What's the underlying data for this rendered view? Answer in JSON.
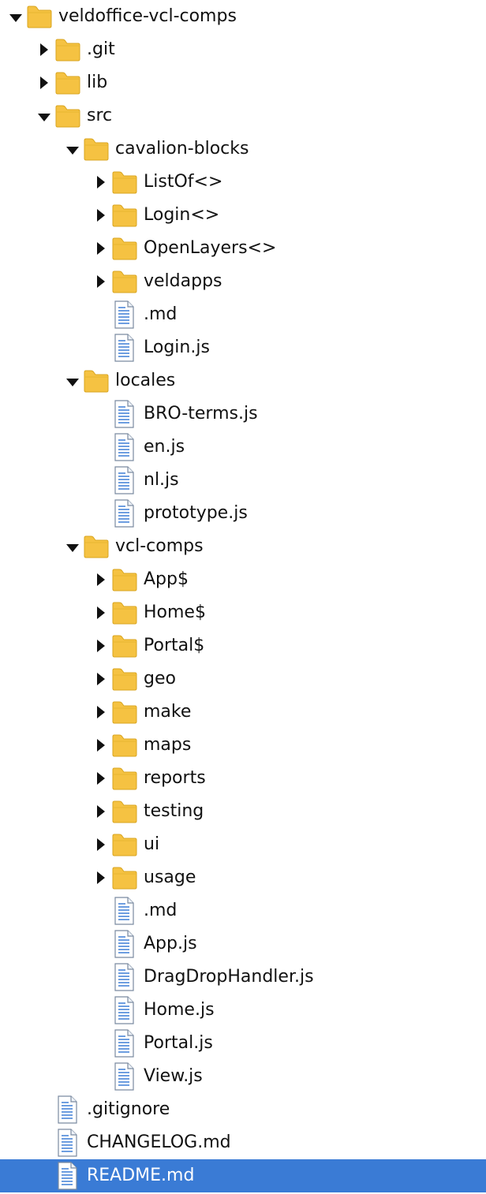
{
  "tree": {
    "colors": {
      "selection": "#3a7bd5",
      "folder": "#f5c242",
      "file_lines": "#4a86d8"
    },
    "items": [
      {
        "label": "veldoffice-vcl-comps",
        "type": "folder",
        "depth": 0,
        "expanded": true
      },
      {
        "label": ".git",
        "type": "folder",
        "depth": 1,
        "expanded": false
      },
      {
        "label": "lib",
        "type": "folder",
        "depth": 1,
        "expanded": false
      },
      {
        "label": "src",
        "type": "folder",
        "depth": 1,
        "expanded": true
      },
      {
        "label": "cavalion-blocks",
        "type": "folder",
        "depth": 2,
        "expanded": true
      },
      {
        "label": "ListOf<>",
        "type": "folder",
        "depth": 3,
        "expanded": false
      },
      {
        "label": "Login<>",
        "type": "folder",
        "depth": 3,
        "expanded": false
      },
      {
        "label": "OpenLayers<>",
        "type": "folder",
        "depth": 3,
        "expanded": false
      },
      {
        "label": "veldapps",
        "type": "folder",
        "depth": 3,
        "expanded": false
      },
      {
        "label": ".md",
        "type": "file",
        "depth": 3
      },
      {
        "label": "Login.js",
        "type": "file",
        "depth": 3
      },
      {
        "label": "locales",
        "type": "folder",
        "depth": 2,
        "expanded": true
      },
      {
        "label": "BRO-terms.js",
        "type": "file",
        "depth": 3
      },
      {
        "label": "en.js",
        "type": "file",
        "depth": 3
      },
      {
        "label": "nl.js",
        "type": "file",
        "depth": 3
      },
      {
        "label": "prototype.js",
        "type": "file",
        "depth": 3
      },
      {
        "label": "vcl-comps",
        "type": "folder",
        "depth": 2,
        "expanded": true
      },
      {
        "label": "App$",
        "type": "folder",
        "depth": 3,
        "expanded": false
      },
      {
        "label": "Home$",
        "type": "folder",
        "depth": 3,
        "expanded": false
      },
      {
        "label": "Portal$",
        "type": "folder",
        "depth": 3,
        "expanded": false
      },
      {
        "label": "geo",
        "type": "folder",
        "depth": 3,
        "expanded": false
      },
      {
        "label": "make",
        "type": "folder",
        "depth": 3,
        "expanded": false
      },
      {
        "label": "maps",
        "type": "folder",
        "depth": 3,
        "expanded": false
      },
      {
        "label": "reports",
        "type": "folder",
        "depth": 3,
        "expanded": false
      },
      {
        "label": "testing",
        "type": "folder",
        "depth": 3,
        "expanded": false
      },
      {
        "label": "ui",
        "type": "folder",
        "depth": 3,
        "expanded": false
      },
      {
        "label": "usage",
        "type": "folder",
        "depth": 3,
        "expanded": false
      },
      {
        "label": ".md",
        "type": "file",
        "depth": 3
      },
      {
        "label": "App.js",
        "type": "file",
        "depth": 3
      },
      {
        "label": "DragDropHandler.js",
        "type": "file",
        "depth": 3
      },
      {
        "label": "Home.js",
        "type": "file",
        "depth": 3
      },
      {
        "label": "Portal.js",
        "type": "file",
        "depth": 3
      },
      {
        "label": "View.js",
        "type": "file",
        "depth": 3
      },
      {
        "label": ".gitignore",
        "type": "file",
        "depth": 1
      },
      {
        "label": "CHANGELOG.md",
        "type": "file",
        "depth": 1
      },
      {
        "label": "README.md",
        "type": "file",
        "depth": 1,
        "selected": true
      }
    ]
  }
}
